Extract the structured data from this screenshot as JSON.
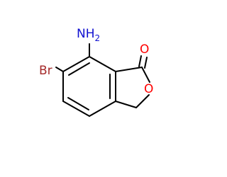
{
  "molecule": {
    "atoms": {
      "nh2": {
        "text": "NH",
        "sub": "2",
        "color": "#1010d0"
      },
      "br": {
        "text": "Br",
        "color": "#a52a2a"
      },
      "carbonyl_o": {
        "text": "O",
        "color": "#ff0000"
      },
      "ring_o": {
        "text": "O",
        "color": "#ff0000"
      }
    },
    "bond_color": "#000000"
  }
}
